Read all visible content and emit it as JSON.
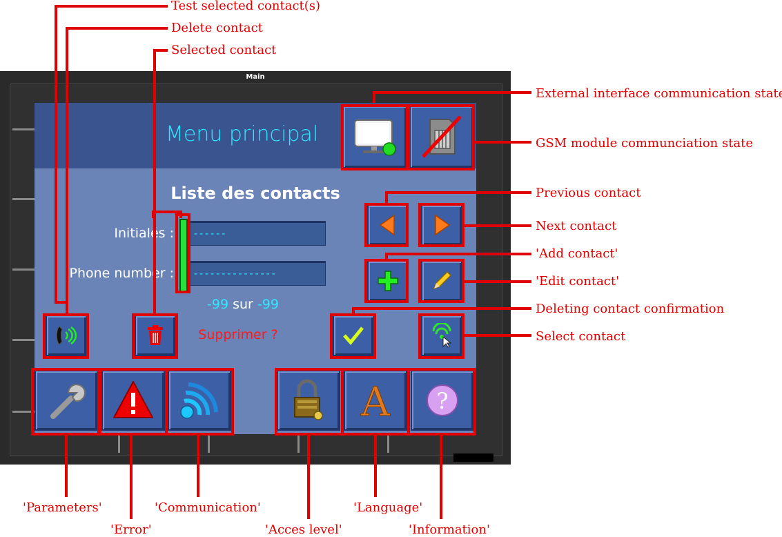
{
  "window": {
    "title": "Main"
  },
  "header": {
    "title": "Menu principal"
  },
  "contacts": {
    "title": "Liste des contacts",
    "initials_label": "Initiales :",
    "initials_value": "------",
    "phone_label": "Phone number :",
    "phone_value": "---------------",
    "counter": {
      "current": "-99",
      "separator": "sur",
      "total": "-99"
    },
    "delete_prompt": "Supprimer ?"
  },
  "icons": {
    "external_interface": "monitor-icon",
    "gsm": "sim-card-icon",
    "previous": "arrow-left-icon",
    "next": "arrow-right-icon",
    "add": "plus-icon",
    "edit": "pencil-icon",
    "confirm": "checkmark-icon",
    "select": "signal-cursor-icon",
    "test": "phone-ring-icon",
    "delete": "trash-icon",
    "parameters": "wrench-icon",
    "error": "warning-icon",
    "communication": "signal-waves-icon",
    "access": "padlock-icon",
    "language": "letter-a-icon",
    "information": "question-icon"
  },
  "annotations": {
    "test_selected": "Test selected contact(s)",
    "delete_contact": "Delete contact",
    "selected_contact": "Selected contact",
    "external_interface": "External interface communication state",
    "gsm_state": "GSM module communciation state",
    "previous_contact": "Previous contact",
    "next_contact": "Next contact",
    "add_contact": "'Add contact'",
    "edit_contact": "'Edit contact'",
    "delete_confirmation": "Deleting contact confirmation",
    "select_contact": "Select contact",
    "parameters": "'Parameters'",
    "error": "'Error'",
    "communication": "'Communication'",
    "access_level": "'Acces level'",
    "language": "'Language'",
    "information": "'Information'"
  },
  "colors": {
    "annotation": "#e00000",
    "header_text": "#2ee8ff",
    "screen_bg": "#6b84b8",
    "header_bg": "#3a5490",
    "selection_bar": "#28e03c",
    "delete_prompt": "#ff1a1a"
  }
}
